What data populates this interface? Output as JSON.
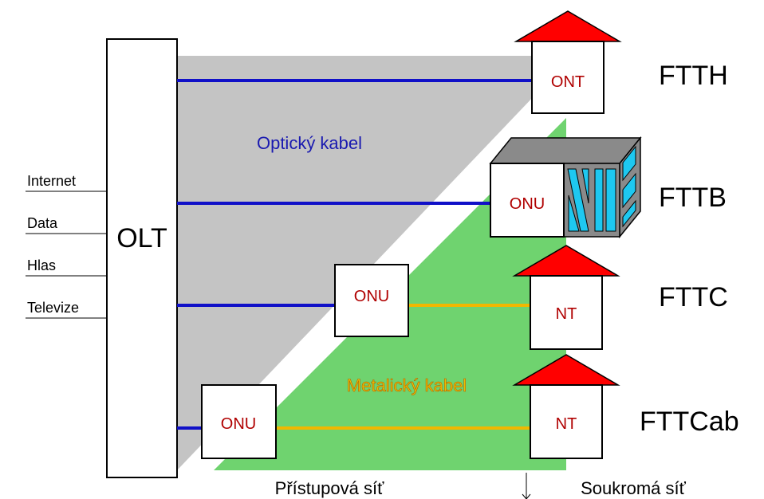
{
  "inputs": [
    {
      "label": "Internet"
    },
    {
      "label": "Data"
    },
    {
      "label": "Hlas"
    },
    {
      "label": "Televize"
    }
  ],
  "olt": {
    "label": "OLT"
  },
  "fiber_label": "Optický kabel",
  "copper_label": "Metalický kabel",
  "rows": [
    {
      "name": "FTTH",
      "device": "ONT"
    },
    {
      "name": "FTTB",
      "device": "ONU"
    },
    {
      "name": "FTTC",
      "onu": "ONU",
      "nt": "NT"
    },
    {
      "name": "FTTCab",
      "onu": "ONU",
      "nt": "NT"
    }
  ],
  "bottom": {
    "left": "Přístupová síť",
    "right": "Soukromá síť"
  },
  "colors": {
    "fiber": "#1010c8",
    "copper": "#f0b800",
    "roof": "#ff0000",
    "device_text": "#b00000",
    "fiber_text": "#1a1ab0",
    "copper_text": "#f0c000",
    "gray_area": "#c4c4c4",
    "green_area": "#6fd36f",
    "building_top": "#8a8a8a",
    "building_windows": "#1ec8f0"
  }
}
